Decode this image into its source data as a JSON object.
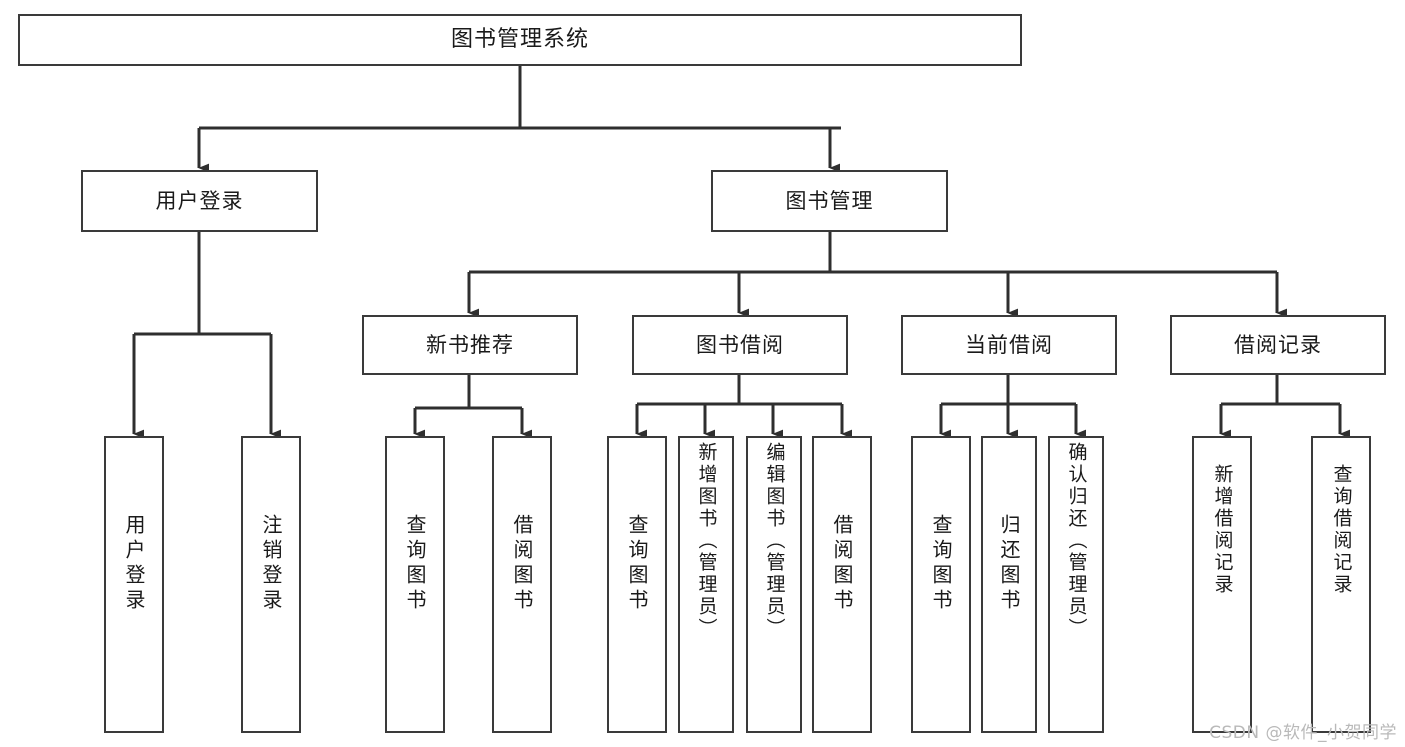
{
  "diagram": {
    "type": "tree",
    "title": "图书管理系统",
    "orientation": "top-down",
    "colors": {
      "background": "#ffffff",
      "node_fill": "#ffffff",
      "node_stroke": "#3a3a3a",
      "edge": "#2f2f2f",
      "text": "#1a1a1a",
      "watermark": "#b9b9b9"
    },
    "root": {
      "label": "图书管理系统"
    },
    "level2": [
      {
        "label": "用户登录"
      },
      {
        "label": "图书管理"
      }
    ],
    "level3": [
      {
        "label": "新书推荐"
      },
      {
        "label": "图书借阅"
      },
      {
        "label": "当前借阅"
      },
      {
        "label": "借阅记录"
      }
    ],
    "leaves_user_login": [
      {
        "label": "用户登录"
      },
      {
        "label": "注销登录"
      }
    ],
    "leaves_new_book": [
      {
        "label": "查询图书"
      },
      {
        "label": "借阅图书"
      }
    ],
    "leaves_borrow": [
      {
        "label": "查询图书"
      },
      {
        "label": "新增图书（管理员）"
      },
      {
        "label": "编辑图书（管理员）"
      },
      {
        "label": "借阅图书"
      }
    ],
    "leaves_current": [
      {
        "label": "查询图书"
      },
      {
        "label": "归还图书"
      },
      {
        "label": "确认归还（管理员）"
      }
    ],
    "leaves_record": [
      {
        "label": "新增借阅记录"
      },
      {
        "label": "查询借阅记录"
      }
    ]
  },
  "watermark": {
    "text": "CSDN @软件_小贺同学"
  }
}
